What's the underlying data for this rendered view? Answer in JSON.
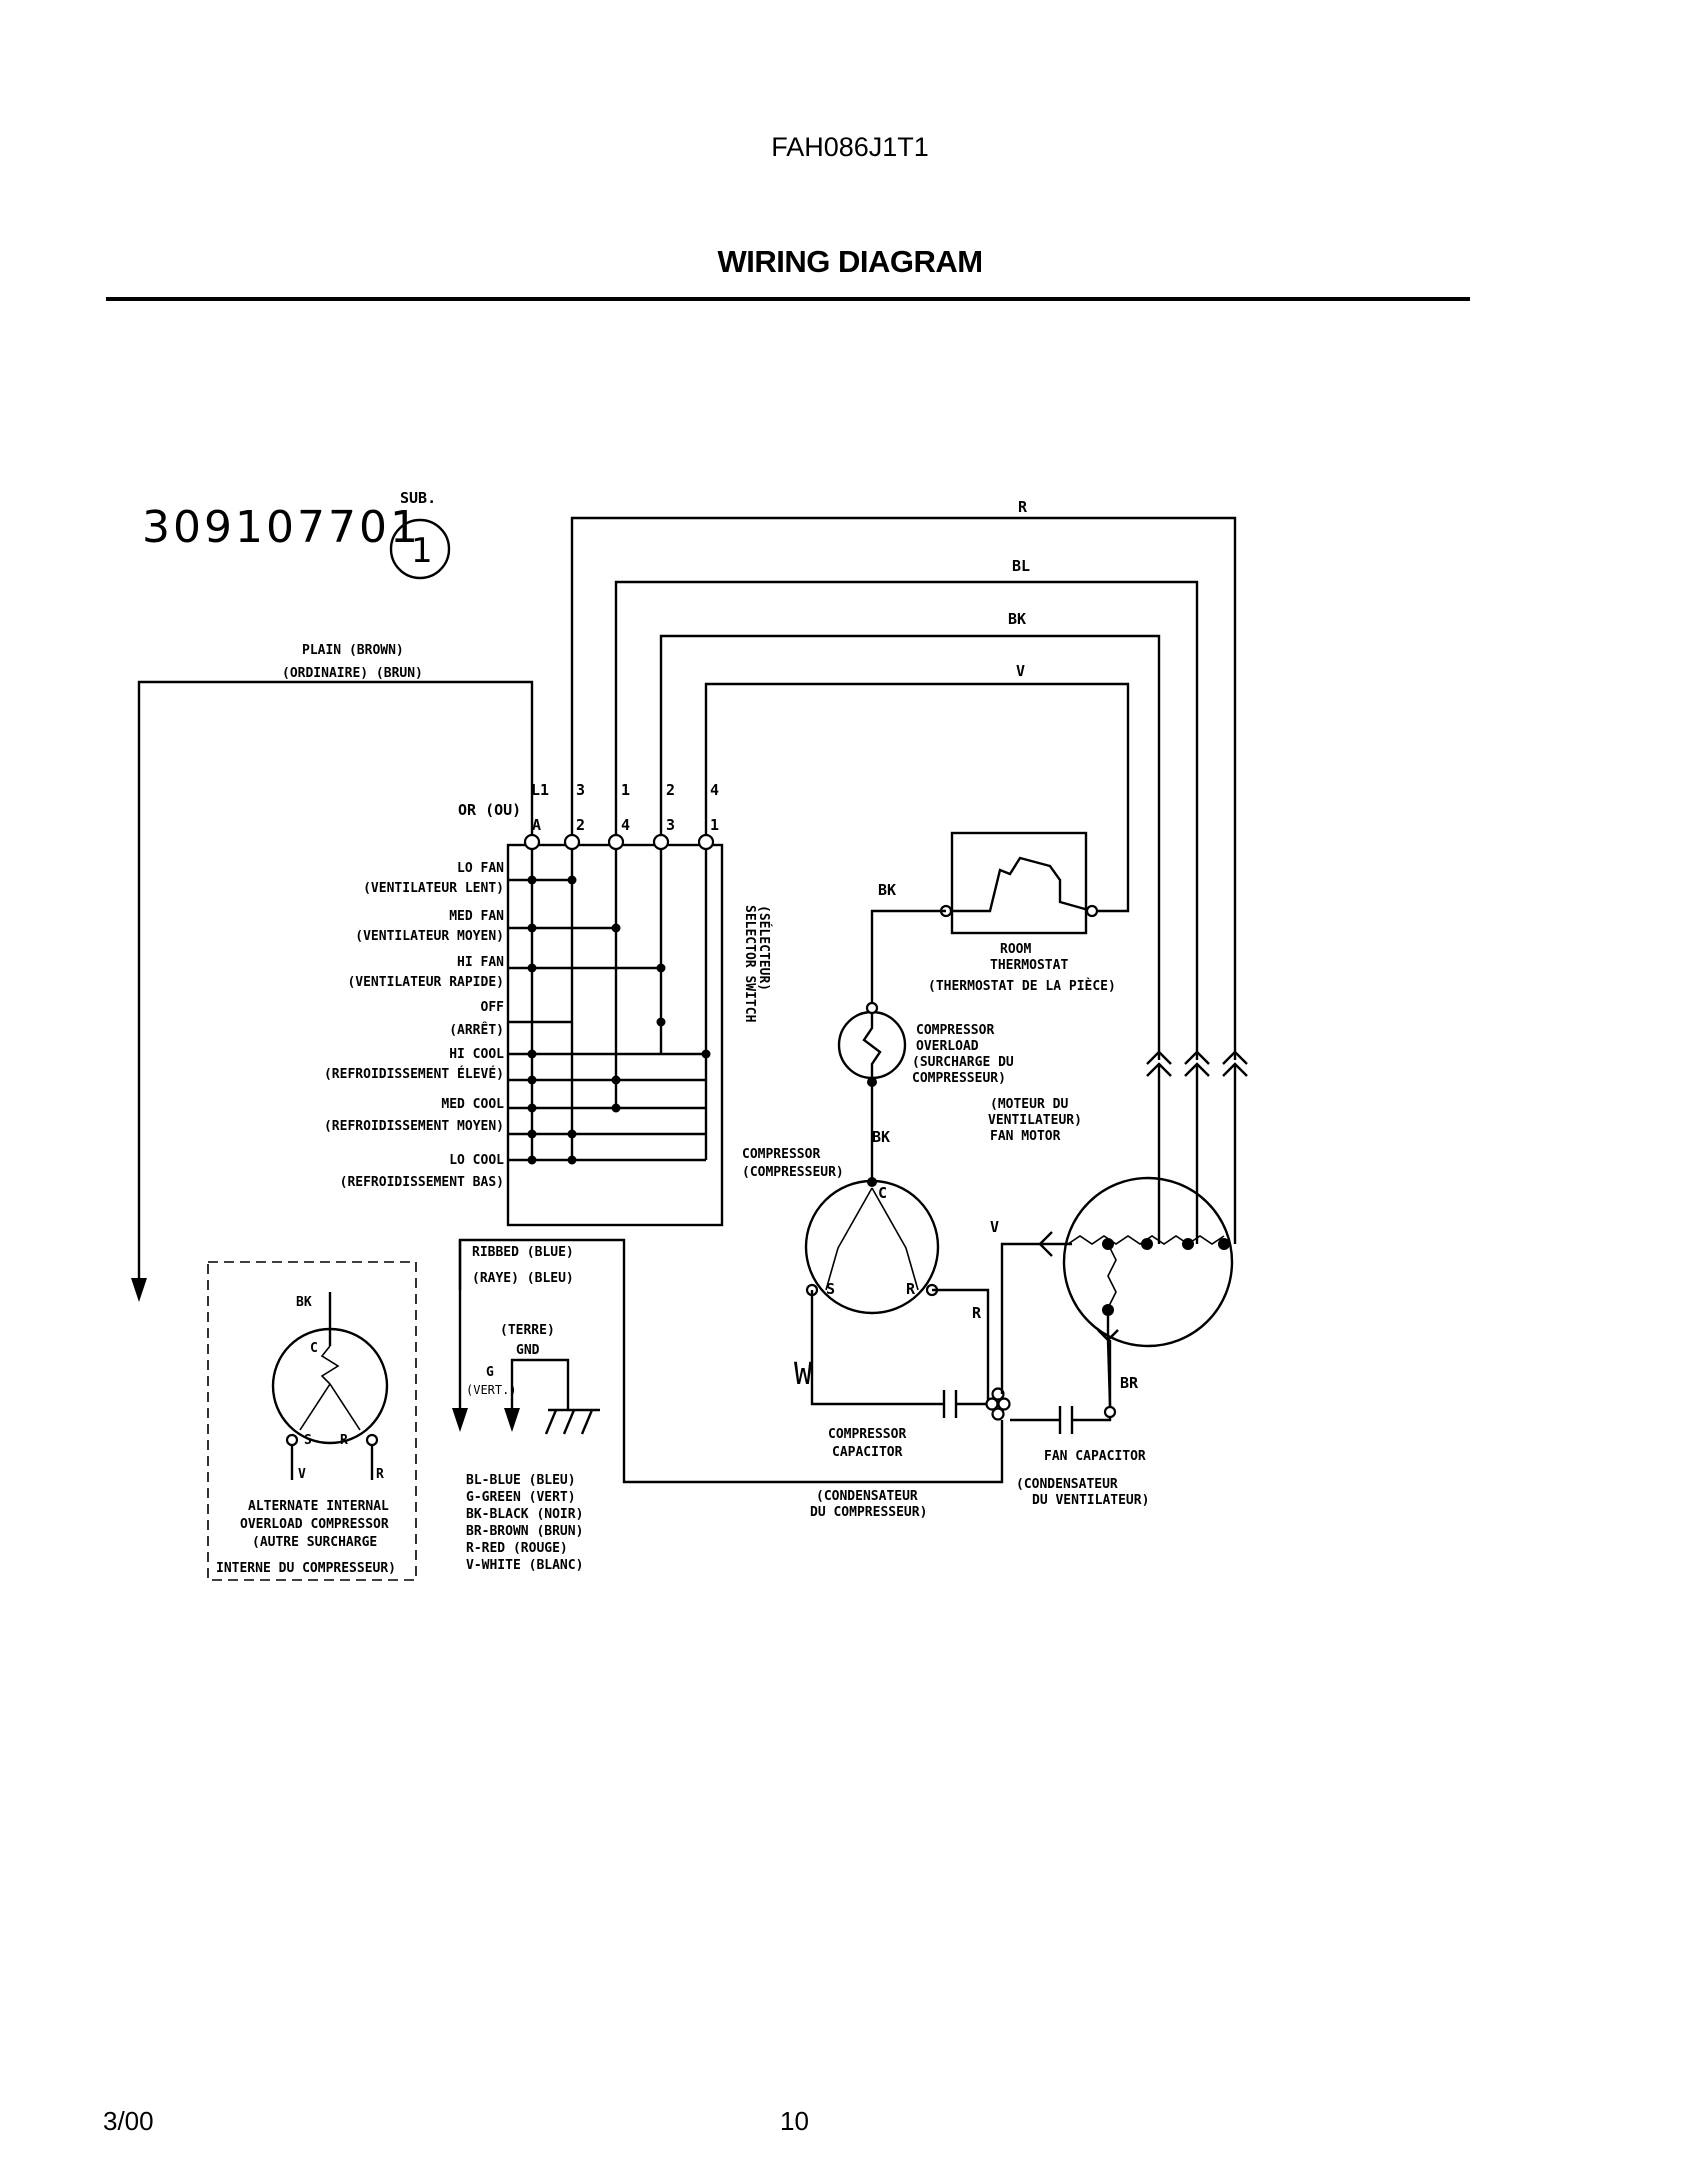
{
  "header": {
    "model": "FAH086J1T1",
    "title": "WIRING DIAGRAM"
  },
  "footer": {
    "date": "3/00",
    "page": "10"
  },
  "diagram": {
    "part_number": "309107701",
    "sub_label": "SUB.",
    "sub_number": "1",
    "wire_colors": {
      "r": "R",
      "bl": "BL",
      "bk": "BK",
      "v": "V"
    },
    "plain_brown": "PLAIN   (BROWN)",
    "plain_brown_fr": "(ORDINAIRE)   (BRUN)",
    "terminals_top": [
      "L1",
      "3",
      "1",
      "2",
      "4"
    ],
    "terminals_alt": [
      "A",
      "2",
      "4",
      "3",
      "1"
    ],
    "or_label": "OR (OU)",
    "selector_positions": [
      {
        "en": "LO FAN",
        "fr": "(VENTILATEUR LENT)"
      },
      {
        "en": "MED FAN",
        "fr": "(VENTILATEUR MOYEN)"
      },
      {
        "en": "HI FAN",
        "fr": "(VENTILATEUR RAPIDE)"
      },
      {
        "en": "OFF",
        "fr": "(ARRÊT)"
      },
      {
        "en": "HI COOL",
        "fr": "(REFROIDISSEMENT ÉLEVÉ)"
      },
      {
        "en": "MED COOL",
        "fr": "(REFROIDISSEMENT MOYEN)"
      },
      {
        "en": "LO COOL",
        "fr": "(REFROIDISSEMENT BAS)"
      }
    ],
    "selector_switch": "SELECTOR SWITCH",
    "selector_switch_fr": "(SÉLECTEUR)",
    "room_thermostat": [
      "ROOM",
      "THERMOSTAT",
      "(THERMOSTAT DE LA PIÈCE)"
    ],
    "compressor_overload": [
      "COMPRESSOR",
      "OVERLOAD",
      "(SURCHARGE DU",
      "COMPRESSEUR)"
    ],
    "compressor": [
      "COMPRESSOR",
      "(COMPRESSEUR)"
    ],
    "fan_motor": [
      "(MOTEUR DU",
      "VENTILATEUR)",
      "FAN MOTOR"
    ],
    "compressor_terminals": {
      "c": "C",
      "s": "S",
      "r": "R"
    },
    "wire_r": "R",
    "wire_w": "W",
    "wire_v": "V",
    "wire_br": "BR",
    "wire_bk": "BK",
    "ribbed_blue": "RIBBED   (BLUE)",
    "ribbed_blue_fr": "(RAYE)    (BLEU)",
    "ground": [
      "(TERRE)",
      "GND"
    ],
    "ground_g": "G",
    "ground_vert": "(VERT.)",
    "compressor_capacitor": [
      "COMPRESSOR",
      "CAPACITOR"
    ],
    "compressor_capacitor_fr": [
      "(CONDENSATEUR",
      "DU COMPRESSEUR)"
    ],
    "fan_capacitor": "FAN CAPACITOR",
    "fan_capacitor_fr": [
      "(CONDENSATEUR",
      "DU VENTILATEUR)"
    ],
    "legend": [
      "BL-BLUE (BLEU)",
      "G-GREEN (VERT)",
      "BK-BLACK (NOIR)",
      "BR-BROWN (BRUN)",
      "R-RED (ROUGE)",
      "V-WHITE (BLANC)"
    ],
    "alt_overload": {
      "bk": "BK",
      "c": "C",
      "s": "S",
      "r": "R",
      "v": "V",
      "r2": "R",
      "caption": [
        "ALTERNATE INTERNAL",
        "OVERLOAD COMPRESSOR",
        "(AUTRE SURCHARGE",
        "INTERNE DU COMPRESSEUR)"
      ]
    }
  }
}
